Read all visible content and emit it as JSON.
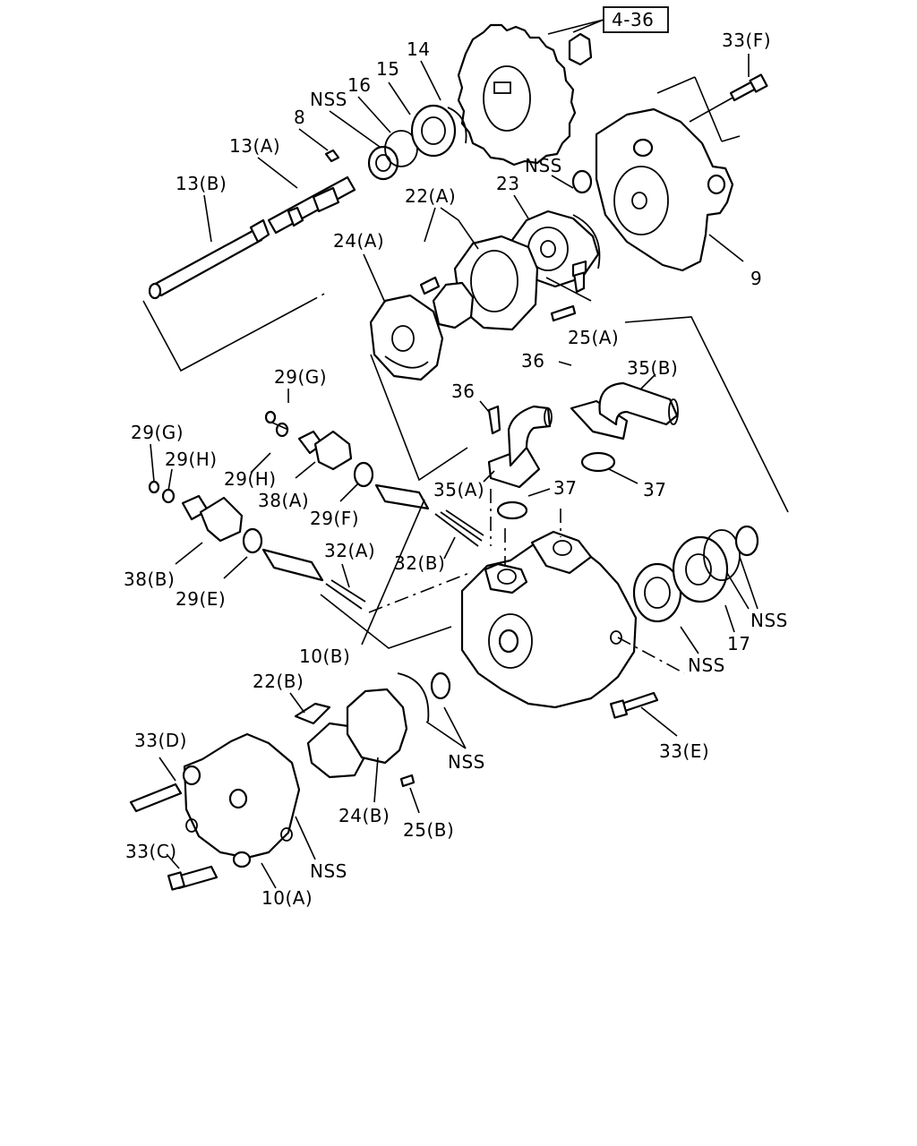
{
  "reference": "4-36",
  "labels": {
    "l33f": "33(F)",
    "l14": "14",
    "l15": "15",
    "l16": "16",
    "lnss1": "NSS",
    "l8": "8",
    "l13a": "13(A)",
    "l13b": "13(B)",
    "lnss2": "NSS",
    "l23": "23",
    "l22a": "22(A)",
    "l24a": "24(A)",
    "l9": "9",
    "l25a": "25(A)",
    "l29g1": "29(G)",
    "l29g2": "29(G)",
    "l29h1": "29(H)",
    "l29h2": "29(H)",
    "l36a": "36",
    "l36b": "36",
    "l35b": "35(B)",
    "l38a": "38(A)",
    "l29f": "29(F)",
    "l35a": "35(A)",
    "l37a": "37",
    "l37b": "37",
    "l38b": "38(B)",
    "l29e": "29(E)",
    "l32a": "32(A)",
    "l32b": "32(B)",
    "lnss3": "NSS",
    "l17": "17",
    "lnss4": "NSS",
    "l10b": "10(B)",
    "l22b": "22(B)",
    "l33d": "33(D)",
    "lnss5": "NSS",
    "l24b": "24(B)",
    "l25b": "25(B)",
    "l33e": "33(E)",
    "l33c": "33(C)",
    "lnss6": "NSS",
    "l10a": "10(A)"
  }
}
